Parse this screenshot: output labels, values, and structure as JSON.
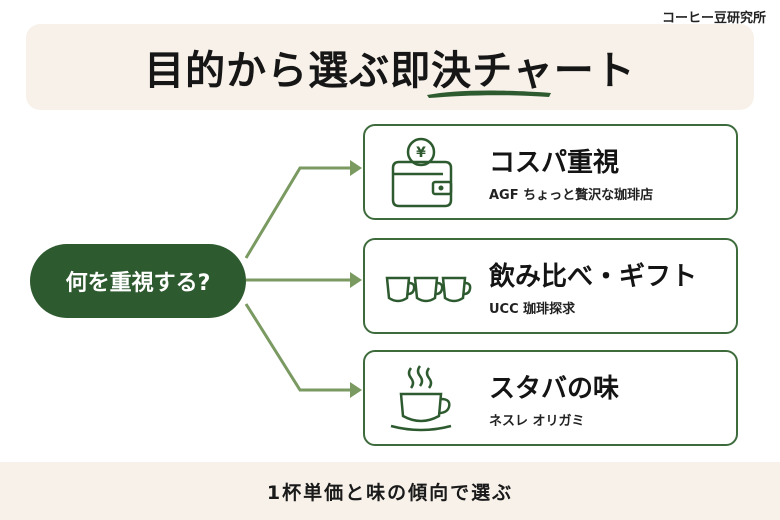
{
  "brand": "コーヒー豆研究所",
  "title": {
    "prefix": "目的から選ぶ",
    "highlight": "即決",
    "suffix": "チャート"
  },
  "hub_label": "何を重視する?",
  "options": [
    {
      "title": "コスパ重視",
      "subtitle": "AGF ちょっと贅沢な珈琲店",
      "icon": "wallet-yen-icon"
    },
    {
      "title": "飲み比べ・ギフト",
      "subtitle": "UCC 珈琲探求",
      "icon": "three-cups-icon"
    },
    {
      "title": "スタバの味",
      "subtitle": "ネスレ オリガミ",
      "icon": "steaming-cup-icon"
    }
  ],
  "footer": "1杯単価と味の傾向で選ぶ",
  "colors": {
    "accent_green": "#2e5a30",
    "line_green": "#7a9a62",
    "card_border": "#3d6b3c",
    "band_beige": "#f7f1e9"
  }
}
